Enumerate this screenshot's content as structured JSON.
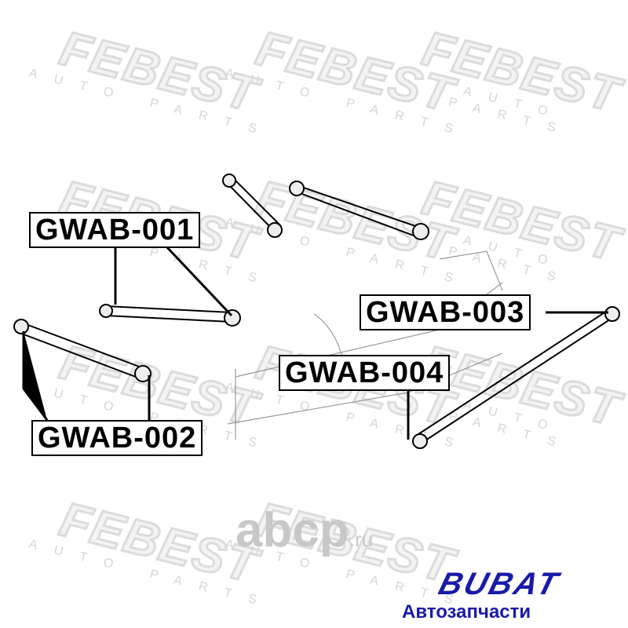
{
  "watermark": {
    "brand": "FEBEST",
    "tagline": "AUTO PARTS"
  },
  "labels": [
    "GWAB-001",
    "GWAB-002",
    "GWAB-003",
    "GWAB-004"
  ],
  "overlay": {
    "name": "abcp",
    ".tld": ".ru",
    "tld": ".ru"
  },
  "logo": {
    "brand": "BUBAT",
    "subtitle": "Автозапчасти",
    "color": "#1a1aa8"
  }
}
